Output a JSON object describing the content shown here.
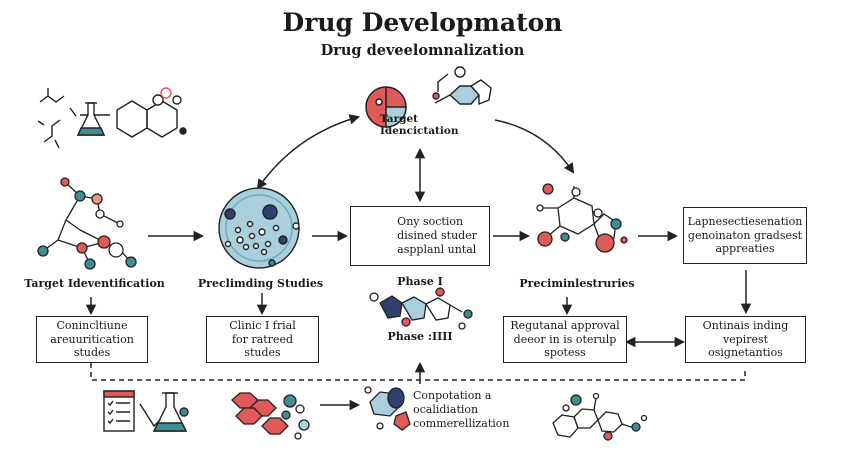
{
  "title": "Drug Developmaton",
  "subtitle": "Drug deveelomnalization",
  "colors": {
    "red": "#e05a5a",
    "teal": "#3f8e93",
    "navy": "#2f3f6f",
    "lightblue": "#a9cfdc",
    "ink": "#222222"
  },
  "nodes": {
    "target_top": "Target\nIdencictation",
    "target_left": "Target Ideventification",
    "preclinical_studies": "Preclimding Studies",
    "center_box": "Ony soction\ndisined studer\naspplanl untal",
    "phase_one": "Phase I",
    "phase_three": "Phase :IIII",
    "preclinical_right": "Preciminlestruries",
    "right_top_box": "Lapnesectiesenation\ngenoinaton gradsest\nappreaties",
    "left_box": "Conincltiune\nareuuritication\nstudes",
    "clinical_box": "Clinic I frial\nfor ratreed\nstudes",
    "regulatory_box": "Regutanal approval\ndeeor in is oterulp\nspotess",
    "right_bottom_box": "Ontinais inding\nvepirest osignetantios",
    "commercial": "Conpotation a\nocalidiation\ncommerellization"
  },
  "icons": [
    "chemical-structure-icon",
    "flask-icon",
    "molecule-icon",
    "petri-dish-icon",
    "checklist-icon",
    "hexagon-cluster-icon",
    "pie-target-icon"
  ]
}
